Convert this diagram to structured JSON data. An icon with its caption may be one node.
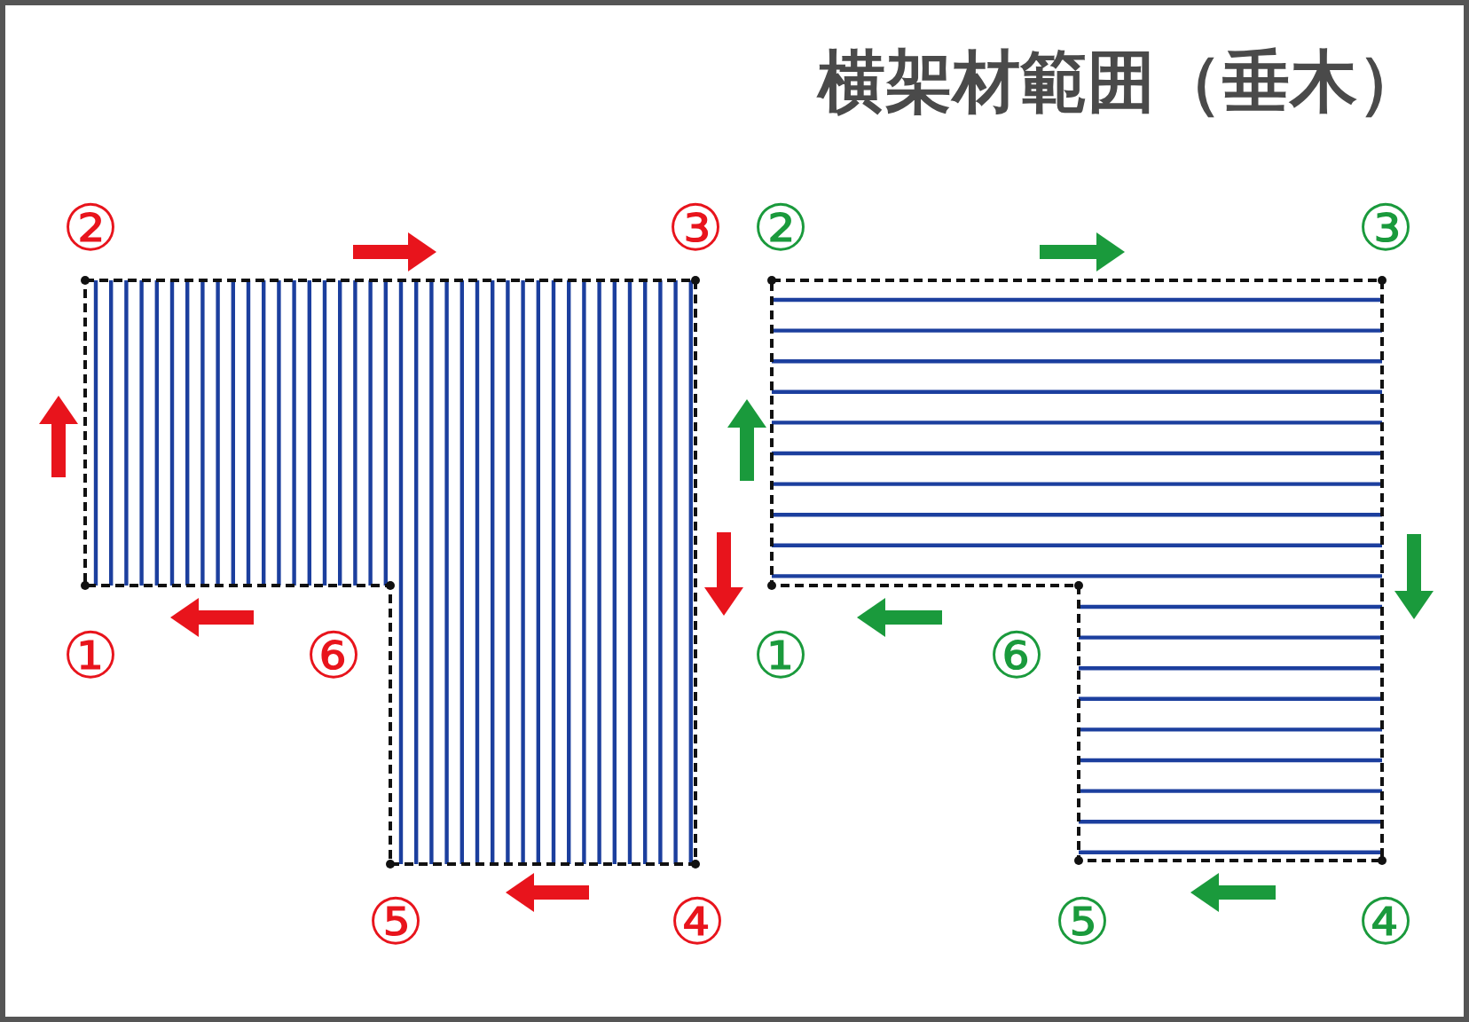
{
  "diagram": {
    "title": "横架材範囲（垂木）",
    "labels": [
      "②",
      "③",
      "②",
      "③",
      "①",
      "⑥",
      "①",
      "⑥",
      "⑤",
      "④",
      "⑤",
      "④"
    ]
  }
}
